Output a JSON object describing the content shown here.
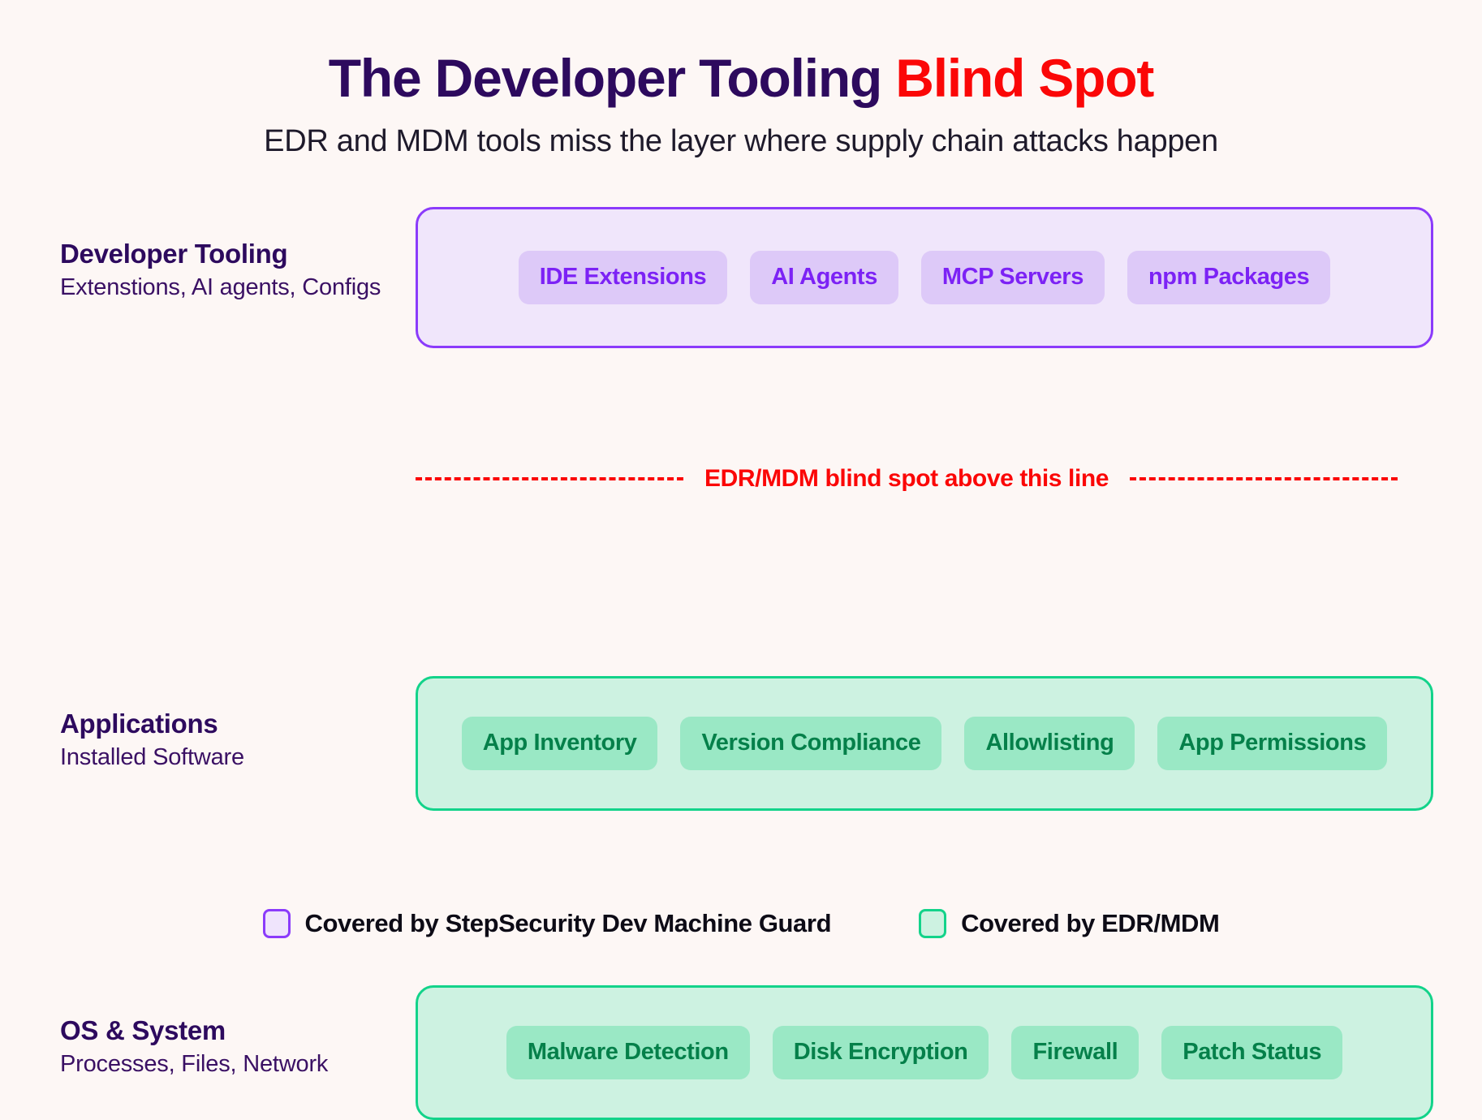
{
  "header": {
    "title_main": "The Developer Tooling ",
    "title_accent": "Blind Spot",
    "subtitle": "EDR and MDM tools miss the layer where supply chain attacks happen"
  },
  "divider": {
    "text": "EDR/MDM blind spot above this line",
    "color": "#fb0707"
  },
  "layers": [
    {
      "label_title": "Developer Tooling",
      "label_sub": "Extenstions, AI agents, Configs",
      "style": "purple",
      "border_color": "#8b3bfb",
      "fill_color": "#f0e6fb",
      "chip_fill": "#ddc9f8",
      "chip_text_color": "#7c22f5",
      "chips": [
        "IDE Extensions",
        "AI Agents",
        "MCP Servers",
        "npm Packages"
      ]
    },
    {
      "label_title": "Applications",
      "label_sub": "Installed Software",
      "style": "green",
      "border_color": "#13d38a",
      "fill_color": "#cdf2e1",
      "chip_fill": "#9ae8c5",
      "chip_text_color": "#05804a",
      "chips": [
        "App Inventory",
        "Version Compliance",
        "Allowlisting",
        "App Permissions"
      ]
    },
    {
      "label_title": "OS & System",
      "label_sub": "Processes, Files, Network",
      "style": "green",
      "border_color": "#13d38a",
      "fill_color": "#cdf2e1",
      "chip_fill": "#9ae8c5",
      "chip_text_color": "#05804a",
      "chips": [
        "Malware Detection",
        "Disk Encryption",
        "Firewall",
        "Patch Status"
      ]
    }
  ],
  "legend": [
    {
      "label": "Covered by StepSecurity Dev Machine Guard",
      "swatch": "purple"
    },
    {
      "label": "Covered by EDR/MDM",
      "swatch": "green"
    }
  ]
}
